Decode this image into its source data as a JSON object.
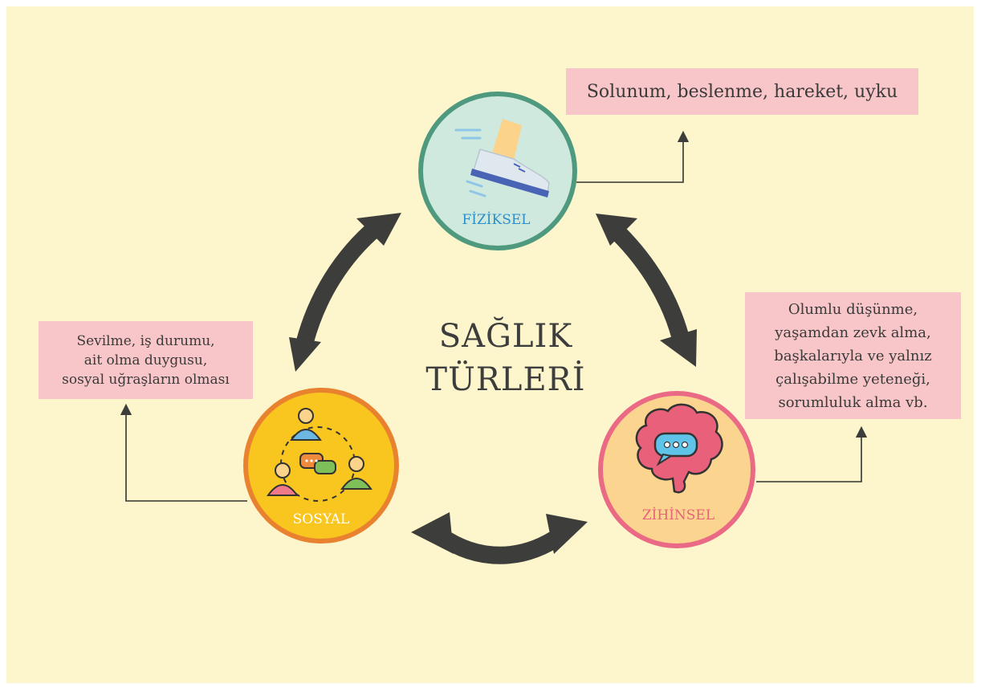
{
  "title": {
    "line1": "SAĞLIK",
    "line2": "TÜRLERİ"
  },
  "fiziksel": {
    "label": "FİZİKSEL",
    "description": "Solunum, beslenme, hareket, uyku",
    "icon": "running-shoe-icon"
  },
  "sosyal": {
    "label": "SOSYAL",
    "description": [
      "Sevilme, iş durumu,",
      "ait olma duygusu,",
      "sosyal uğraşların olması"
    ],
    "icon": "people-chat-icon"
  },
  "zihinsel": {
    "label": "ZİHİNSEL",
    "description": [
      "Olumlu düşünme,",
      "yaşamdan zevk alma,",
      "başkalarıyla ve yalnız",
      "çalışabilme yeteneği,",
      "sorumluluk alma vb."
    ],
    "icon": "brain-speech-bubble-icon"
  },
  "colors": {
    "background": "#fdf5cb",
    "box": "#f8c6c8",
    "arrow": "#3d3d3b",
    "fiziksel_fill": "#cfe9de",
    "fiziksel_ring": "#4f9a7f",
    "sosyal_fill": "#f9c51f",
    "sosyal_ring": "#e9822f",
    "zihinsel_fill": "#fbd58f",
    "zihinsel_ring": "#ea6a86"
  }
}
